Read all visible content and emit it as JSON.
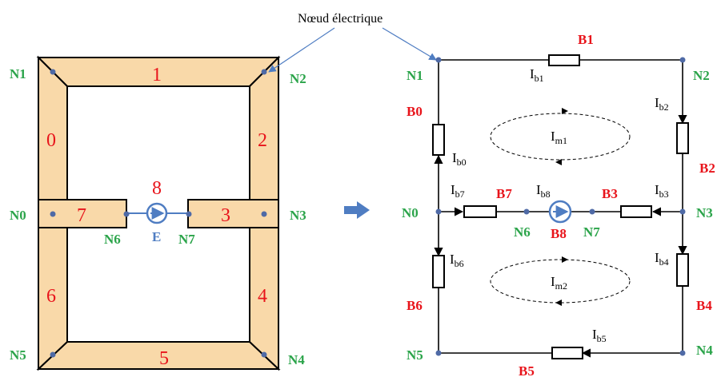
{
  "colors": {
    "node": "#2ba44a",
    "branch": "#e8141b",
    "segment_num": "#e8141b",
    "source": "#4f7dc2",
    "frame": "#f9d9a9",
    "wire": "#000000",
    "dot": "#4f6aa6"
  },
  "callout": "Nœud électrique",
  "segments": {
    "s0": "0",
    "s1": "1",
    "s2": "2",
    "s3": "3",
    "s4": "4",
    "s5": "5",
    "s6": "6",
    "s7": "7",
    "s8": "8",
    "source": "E"
  },
  "left_nodes": {
    "n0": "N0",
    "n1": "N1",
    "n2": "N2",
    "n3": "N3",
    "n4": "N4",
    "n5": "N5",
    "n6": "N6",
    "n7": "N7"
  },
  "right_nodes": {
    "n0": "N0",
    "n1": "N1",
    "n2": "N2",
    "n3": "N3",
    "n4": "N4",
    "n5": "N5",
    "n6": "N6",
    "n7": "N7"
  },
  "branches": {
    "b0": "B0",
    "b1": "B1",
    "b2": "B2",
    "b3": "B3",
    "b4": "B4",
    "b5": "B5",
    "b6": "B6",
    "b7": "B7",
    "b8": "B8"
  },
  "currents": {
    "main": "I",
    "b0": "b0",
    "b1": "b1",
    "b2": "b2",
    "b3": "b3",
    "b4": "b4",
    "b5": "b5",
    "b6": "b6",
    "b7": "b7",
    "b8": "b8",
    "m1": "m1",
    "m2": "m2"
  }
}
